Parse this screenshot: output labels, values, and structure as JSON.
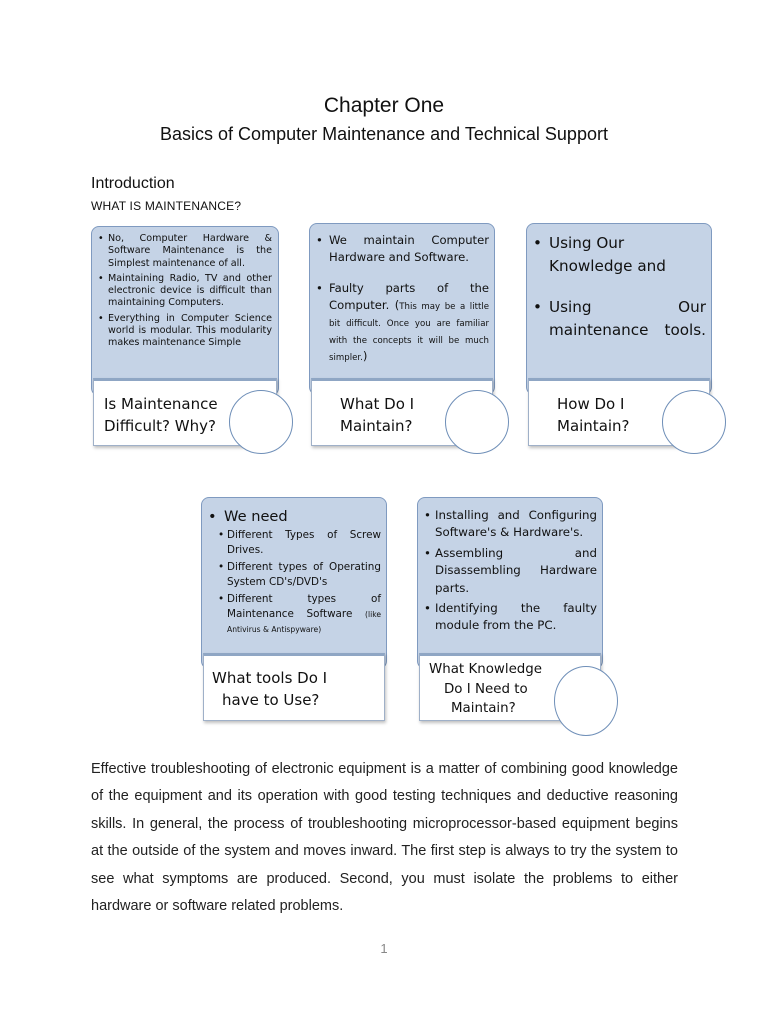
{
  "header": {
    "chapter_title": "Chapter One",
    "chapter_subtitle": "Basics of Computer Maintenance and Technical Support",
    "section_heading": "Introduction",
    "section_subheading": "WHAT IS MAINTENANCE?"
  },
  "diagram": {
    "card1": {
      "bullets": [
        "No, Computer Hardware & Software Maintenance is the Simplest maintenance of all.",
        "Maintaining Radio, TV and other electronic device is difficult than maintaining Computers.",
        "Everything in Computer Science world is modular. This modularity makes maintenance Simple"
      ],
      "label_line1": "Is Maintenance",
      "label_line2": "Difficult? Why?"
    },
    "card2": {
      "bullet1": "We maintain Computer Hardware and Software.",
      "bullet2_main": "Faulty parts of the Computer. (",
      "bullet2_note": "This may be a little bit difficult. Once you are familiar with the concepts it will be much simpler.",
      "bullet2_close": ")",
      "label_line1": "What Do I",
      "label_line2": "Maintain?"
    },
    "card3": {
      "bullet1": "Using Our Knowledge and",
      "bullet2": "Using Our maintenance tools.",
      "label_line1": "How Do I",
      "label_line2": "Maintain?"
    },
    "card4": {
      "bullet_main": "We need",
      "sub1": "Different Types of Screw Drives.",
      "sub2": "Different types of Operating System CD's/DVD's",
      "sub3_main": "Different types of Maintenance Software ",
      "sub3_note": "(like Antivirus & Antispyware)",
      "label_line1": "What tools Do I",
      "label_line2": "have to Use?"
    },
    "card5": {
      "bullets": [
        "Installing and Configuring Software's & Hardware's.",
        "Assembling and Disassembling Hardware parts.",
        "Identifying the faulty module from the PC."
      ],
      "label_line1": "What Knowledge",
      "label_line2": "Do I Need to",
      "label_line3": "Maintain?"
    }
  },
  "body": {
    "paragraph": "Effective troubleshooting of electronic equipment is a matter of combining good knowledge of the equipment and its operation with good testing techniques and deductive reasoning skills. In general, the process of troubleshooting microprocessor-based equipment begins at the outside of the system and moves inward. The first step is always to try the system to see what symptoms are produced. Second, you must isolate the problems to either hardware or software related problems."
  },
  "footer": {
    "page_number": "1"
  },
  "colors": {
    "card_fill": "#c5d3e6",
    "card_border": "#7f9ac0",
    "circle_border": "#6f8fb8"
  }
}
